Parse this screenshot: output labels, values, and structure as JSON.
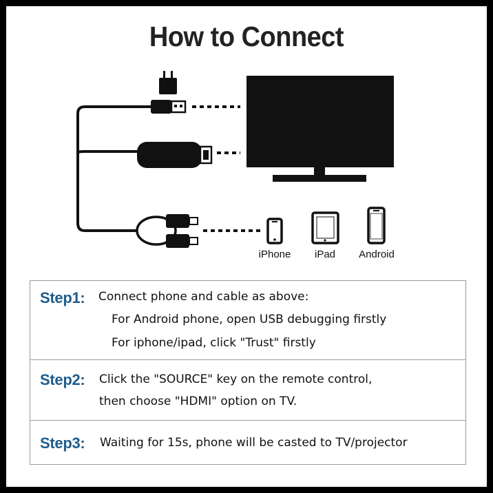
{
  "title": "How to Connect",
  "devices": [
    {
      "label": "iPhone"
    },
    {
      "label": "iPad"
    },
    {
      "label": "Android"
    }
  ],
  "steps": [
    {
      "label": "Step1:",
      "lines": [
        "Connect phone and cable as above:",
        "For Android phone, open USB debugging firstly",
        "For iphone/ipad, click  \"Trust\" firstly"
      ]
    },
    {
      "label": "Step2:",
      "lines": [
        "Click the \"SOURCE\" key on the remote control,",
        "then choose \"HDMI\" option on TV."
      ]
    },
    {
      "label": "Step3:",
      "lines": [
        "Waiting for 15s, phone will be casted to TV/projector"
      ]
    }
  ],
  "colors": {
    "border": "#000000",
    "step_label": "#1f5d8c",
    "ink": "#111111"
  }
}
